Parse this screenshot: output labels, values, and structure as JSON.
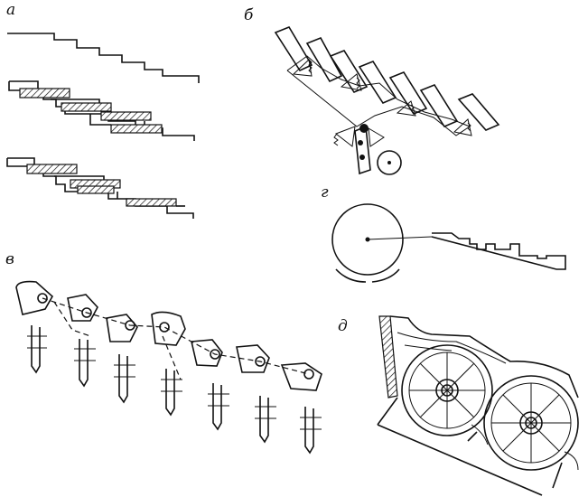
{
  "figure": {
    "labels": {
      "a": "а",
      "b": "б",
      "v": "в",
      "g": "г",
      "d": "д"
    }
  }
}
